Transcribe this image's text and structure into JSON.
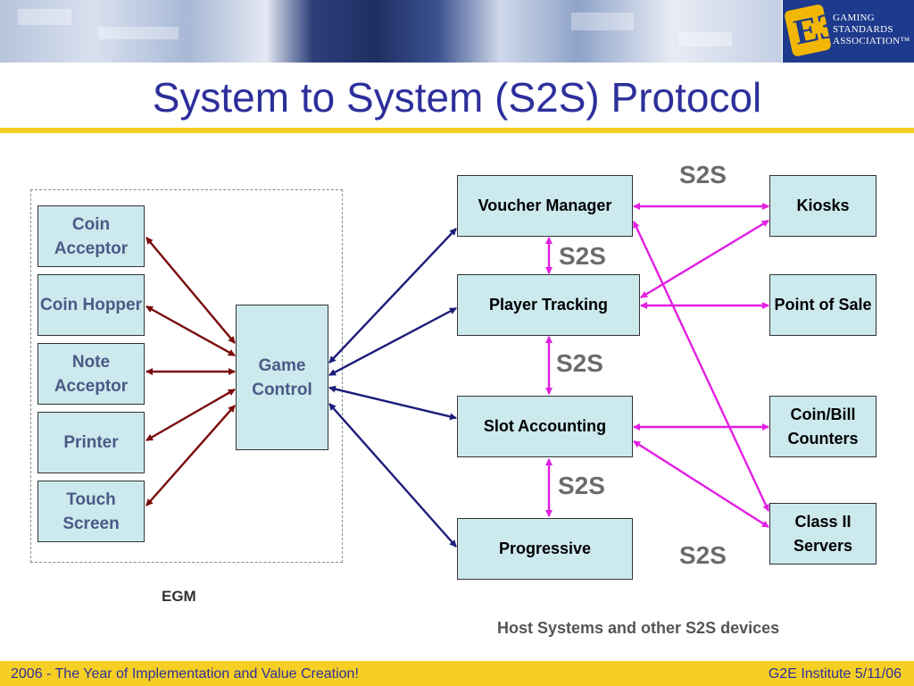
{
  "header": {
    "logo": {
      "mark": "E3",
      "lines": [
        "GAMING",
        "STANDARDS",
        "ASSOCIATION™"
      ]
    }
  },
  "title": "System to System (S2S) Protocol",
  "egm": {
    "label": "EGM",
    "devices": [
      "Coin Acceptor",
      "Coin Hopper",
      "Note Acceptor",
      "Printer",
      "Touch Screen"
    ],
    "controller": "Game Control"
  },
  "hosts": {
    "center": [
      "Voucher Manager",
      "Player Tracking",
      "Slot Accounting",
      "Progressive"
    ],
    "right": [
      "Kiosks",
      "Point of Sale",
      "Coin/Bill Counters",
      "Class II Servers"
    ]
  },
  "s2s_label": "S2S",
  "host_caption": "Host Systems and other S2S devices",
  "colors": {
    "device_arrow": "#7a0a0a",
    "egm_host_arrow": "#1c1c7a",
    "s2s_arrow": "#e21fe2",
    "box_fill": "#cce9ee",
    "title": "#2d2f9b",
    "accent": "#f6cf24"
  },
  "footer": {
    "left": "2006 - The Year of Implementation and Value Creation!",
    "right": "G2E Institute 5/11/06"
  }
}
